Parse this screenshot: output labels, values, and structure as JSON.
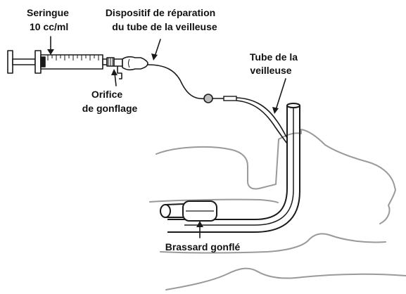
{
  "labels": {
    "syringe": [
      "Seringue",
      "10 cc/ml"
    ],
    "repair_device": [
      "Dispositif de réparation",
      "du tube de la veilleuse"
    ],
    "inflation_port": [
      "Orifice",
      "de gonflage"
    ],
    "pilot_tube": [
      "Tube de la",
      "veilleuse"
    ],
    "inflated_cuff": "Brassard gonflé"
  },
  "colors": {
    "line": "#1a1a1a",
    "anatomy": "#9a9a9a",
    "pilot_balloon": "#bdbdbd",
    "background": "#ffffff"
  }
}
